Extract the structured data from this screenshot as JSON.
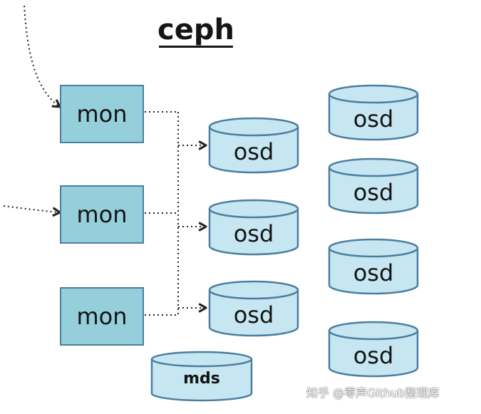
{
  "title": "ceph",
  "mon_label": "mon",
  "osd_label": "osd",
  "mds_label": "mds",
  "watermark": "知乎 @零声Github整理库",
  "colors": {
    "box_fill": "#95cfdc",
    "box_stroke": "#4c7ea1",
    "cylinder_fill": "#c6e6f1",
    "cylinder_stroke": "#4c7ea1",
    "connector": "#222222"
  },
  "icons": {
    "arrowhead": "chevron-right-arrowhead"
  }
}
